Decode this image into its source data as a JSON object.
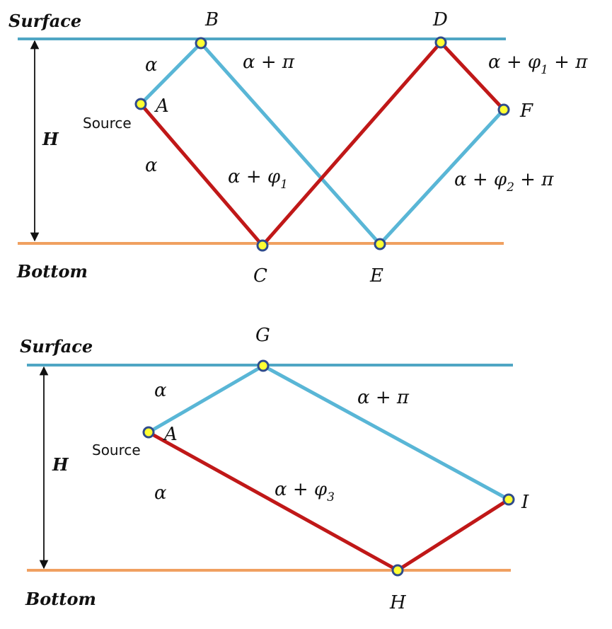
{
  "panels": [
    {
      "surface_label": "Surface",
      "bottom_label": "Bottom",
      "depth_label": "H",
      "source_label": "Source",
      "points": {
        "A": "A",
        "B": "B",
        "C": "C",
        "D": "D",
        "E": "E",
        "F": "F"
      },
      "angles": {
        "ab": "α",
        "ac": "α",
        "be": "α + π",
        "cd": "α + φ",
        "cd_sub": "1",
        "df_main": "α + φ",
        "df_sub": "1",
        "df_tail": " + π",
        "ef_main": "α + φ",
        "ef_sub": "2",
        "ef_tail": " + π"
      }
    },
    {
      "surface_label": "Surface",
      "bottom_label": "Bottom",
      "depth_label": "H",
      "source_label": "Source",
      "points": {
        "A": "A",
        "G": "G",
        "H": "H",
        "I": "I"
      },
      "angles": {
        "ag": "α",
        "ah": "α",
        "gi": "α + π",
        "ah_main": "α + φ",
        "ah_sub": "3"
      }
    }
  ],
  "colors": {
    "surface": "#4fa6c4",
    "bottom": "#f0a060",
    "ray_blue": "#59b6d6",
    "ray_red": "#c01818",
    "node_fill": "#ffff33",
    "node_stroke": "#2f4b8c"
  }
}
